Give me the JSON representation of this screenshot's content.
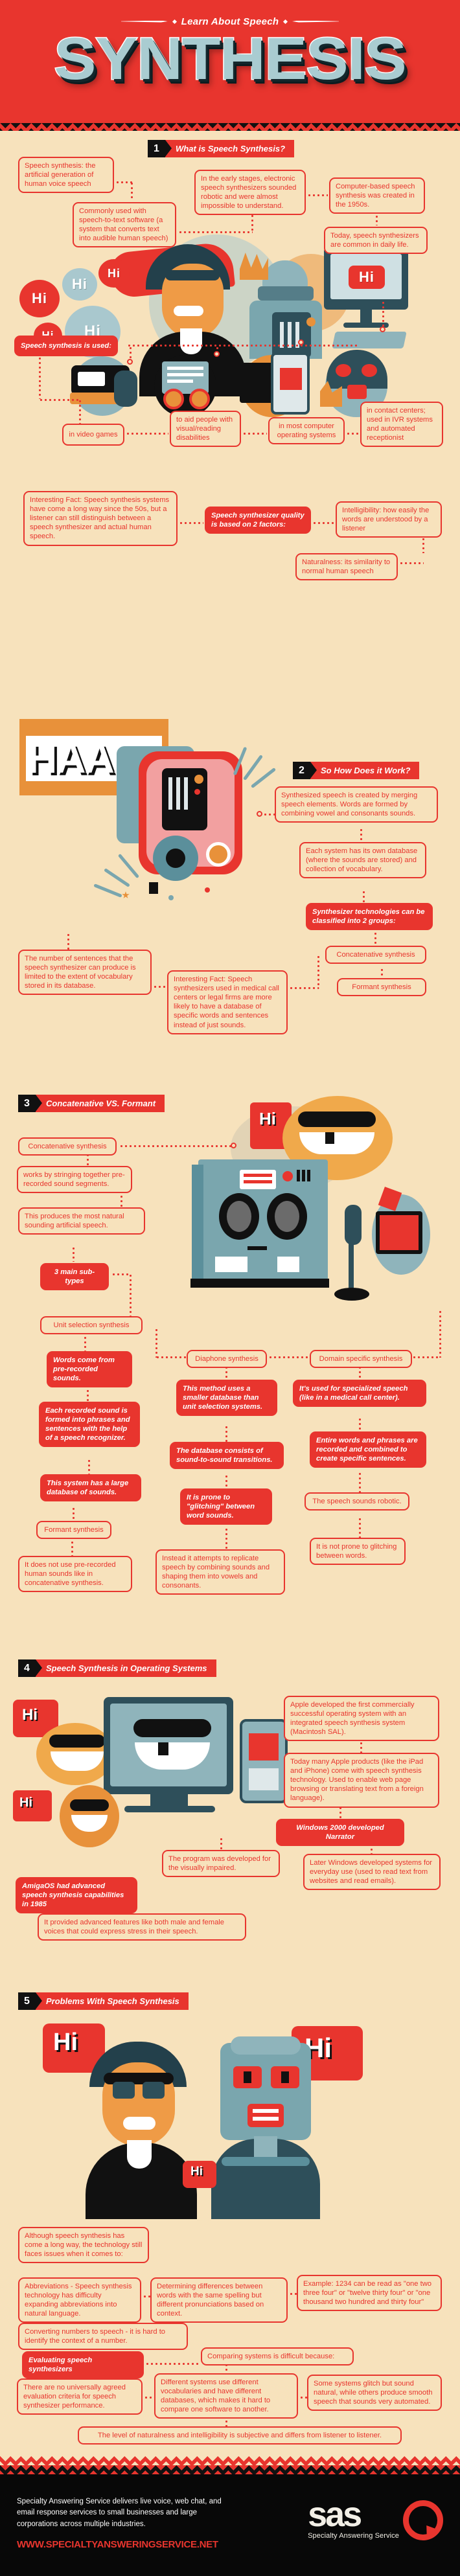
{
  "header": {
    "kicker": "Learn About Speech",
    "title": "SYNTHESIS"
  },
  "sections": [
    {
      "number": "1",
      "title": "What is Speech Synthesis?",
      "boxes": [
        {
          "id": "s1b1",
          "text": "Speech synthesis: the artificial generation of human voice speech",
          "style": "outline"
        },
        {
          "id": "s1b2",
          "text": "In the early stages, electronic speech synthesizers sounded robotic and were almost impossible to understand.",
          "style": "outline"
        },
        {
          "id": "s1b3",
          "text": "Computer-based speech synthesis was created in the 1950s.",
          "style": "outline"
        },
        {
          "id": "s1b4",
          "text": "Commonly used with speech-to-text software (a system that converts text into audible human speech)",
          "style": "outline"
        },
        {
          "id": "s1b5",
          "text": "Today, speech synthesizers are common in daily life.",
          "style": "outline"
        },
        {
          "id": "s1b6",
          "text": "Speech synthesis is used:",
          "style": "solid"
        },
        {
          "id": "s1b7",
          "text": "in video games",
          "style": "outline"
        },
        {
          "id": "s1b8",
          "text": "to aid people with visual/reading disabilities",
          "style": "outline"
        },
        {
          "id": "s1b9",
          "text": "in most computer operating systems",
          "style": "outline"
        },
        {
          "id": "s1b10",
          "text": "in contact centers; used in IVR systems and automated receptionist",
          "style": "outline"
        },
        {
          "id": "s1b11",
          "text": "Interesting Fact: Speech synthesis systems have come a long way since the 50s, but a listener can still distinguish between a speech synthesizer and actual human speech.",
          "style": "outline"
        },
        {
          "id": "s1b12",
          "text": "Speech synthesizer quality is based on 2 factors:",
          "style": "solid"
        },
        {
          "id": "s1b13",
          "text": "Intelligibility: how easily the words are understood by a listener",
          "style": "outline"
        },
        {
          "id": "s1b14",
          "text": "Naturalness: its similarity to normal human speech",
          "style": "outline"
        }
      ]
    },
    {
      "number": "2",
      "title": "So How Does it Work?",
      "boxes": [
        {
          "id": "s2b1",
          "text": "Synthesized speech is created by merging speech elements. Words are formed by combining vowel and consonants sounds.",
          "style": "outline"
        },
        {
          "id": "s2b2",
          "text": "Each system has its own database (where the sounds are stored) and collection of vocabulary.",
          "style": "outline"
        },
        {
          "id": "s2b3",
          "text": "Synthesizer technologies can be classified into 2 groups:",
          "style": "solid"
        },
        {
          "id": "s2b4",
          "text": "Concatenative synthesis",
          "style": "outline"
        },
        {
          "id": "s2b5",
          "text": "Formant synthesis",
          "style": "outline"
        },
        {
          "id": "s2b6",
          "text": "The number of sentences that the speech synthesizer can produce is limited to the extent of vocabulary stored in its database.",
          "style": "outline"
        },
        {
          "id": "s2b7",
          "text": "Interesting Fact: Speech synthesizers used in medical call centers or legal firms are more likely to have a database of specific words and sentences instead of just sounds.",
          "style": "outline"
        }
      ],
      "art_label": "HAAA"
    },
    {
      "number": "3",
      "title": "Concatenative VS. Formant",
      "boxes": [
        {
          "id": "s3b1",
          "text": "Concatenative synthesis",
          "style": "outline"
        },
        {
          "id": "s3b2",
          "text": "works by stringing together pre-recorded sound segments.",
          "style": "outline"
        },
        {
          "id": "s3b3",
          "text": "This produces the most natural sounding artificial speech.",
          "style": "outline"
        },
        {
          "id": "s3b4",
          "text": "3 main sub-types",
          "style": "solid"
        },
        {
          "id": "s3b5",
          "text": "Unit selection synthesis",
          "style": "outline"
        },
        {
          "id": "s3b6",
          "text": "Words come from pre-recorded sounds.",
          "style": "solid"
        },
        {
          "id": "s3b7",
          "text": "Each recorded sound is formed into phrases and sentences with the help of a speech recognizer.",
          "style": "solid"
        },
        {
          "id": "s3b8",
          "text": "This system has a large database of sounds.",
          "style": "solid"
        },
        {
          "id": "s3b9",
          "text": "Formant synthesis",
          "style": "outline"
        },
        {
          "id": "s3b10",
          "text": "It does not use pre-recorded human sounds like in concatenative synthesis.",
          "style": "outline"
        },
        {
          "id": "s3b11",
          "text": "Diaphone synthesis",
          "style": "outline"
        },
        {
          "id": "s3b12",
          "text": "This method uses a smaller database than unit selection systems.",
          "style": "solid"
        },
        {
          "id": "s3b13",
          "text": "The database consists of sound-to-sound transitions.",
          "style": "solid"
        },
        {
          "id": "s3b14",
          "text": "It is prone to \"glitching\" between word sounds.",
          "style": "solid"
        },
        {
          "id": "s3b15",
          "text": "Instead it attempts to replicate speech by combining sounds and shaping them into vowels and consonants.",
          "style": "outline"
        },
        {
          "id": "s3b16",
          "text": "Domain specific synthesis",
          "style": "outline"
        },
        {
          "id": "s3b17",
          "text": "It's used for specialized speech (like in a medical call center).",
          "style": "solid"
        },
        {
          "id": "s3b18",
          "text": "Entire words and phrases are recorded and combined to create specific sentences.",
          "style": "solid"
        },
        {
          "id": "s3b19",
          "text": "The speech sounds robotic.",
          "style": "outline"
        },
        {
          "id": "s3b20",
          "text": "It is not prone to glitching between words.",
          "style": "outline"
        }
      ]
    },
    {
      "number": "4",
      "title": "Speech Synthesis in Operating Systems",
      "boxes": [
        {
          "id": "s4b1",
          "text": "Apple developed the first commercially successful operating system with an integrated speech synthesis system (Macintosh SAL).",
          "style": "outline"
        },
        {
          "id": "s4b2",
          "text": "Today many Apple products (like the iPad and iPhone) come with speech synthesis  technology. Used to enable web page browsing or translating text from a foreign language).",
          "style": "outline"
        },
        {
          "id": "s4b3",
          "text": "Windows 2000 developed Narrator",
          "style": "solid"
        },
        {
          "id": "s4b4",
          "text": "The program was developed for the visually impaired.",
          "style": "outline"
        },
        {
          "id": "s4b5",
          "text": "Later Windows developed systems for everyday use (used to read text from websites and read emails).",
          "style": "outline"
        },
        {
          "id": "s4b6",
          "text": "AmigaOS had advanced speech synthesis capabilities in 1985",
          "style": "solid"
        },
        {
          "id": "s4b7",
          "text": "It provided advanced features like both male and female voices that could express stress in their speech.",
          "style": "outline"
        }
      ]
    },
    {
      "number": "5",
      "title": "Problems With Speech Synthesis",
      "boxes": [
        {
          "id": "s5b1",
          "text": "Although speech synthesis has come a long way, the technology still faces issues when it comes to:",
          "style": "outline"
        },
        {
          "id": "s5b2",
          "text": "Abbreviations - Speech synthesis technology has difficulty expanding abbreviations into natural language.",
          "style": "outline"
        },
        {
          "id": "s5b3",
          "text": "Determining differences between words with the same spelling but different pronunciations based on context.",
          "style": "outline"
        },
        {
          "id": "s5b4",
          "text": "Example: 1234 can be read as \"one two three four\" or \"twelve thirty four\" or \"one thousand two hundred and thirty four\"",
          "style": "outline"
        },
        {
          "id": "s5b5",
          "text": "Converting numbers to speech - it is hard to identify the context of a number.",
          "style": "outline"
        },
        {
          "id": "s5b6",
          "text": "Evaluating speech synthesizers",
          "style": "solid"
        },
        {
          "id": "s5b7",
          "text": "Comparing systems is difficult because:",
          "style": "outline"
        },
        {
          "id": "s5b8",
          "text": "There are no universally agreed evaluation criteria for speech synthesizer performance.",
          "style": "outline"
        },
        {
          "id": "s5b9",
          "text": "Different systems use different vocabularies and have different databases, which makes it hard to compare one software to another.",
          "style": "outline"
        },
        {
          "id": "s5b10",
          "text": "Some systems glitch but sound natural, while others produce smooth speech that sounds very automated.",
          "style": "outline"
        },
        {
          "id": "s5b11",
          "text": "The level of naturalness and intelligibility is subjective and differs from listener to listener.",
          "style": "outline"
        }
      ]
    }
  ],
  "speech_bubbles": {
    "hi": "Hi"
  },
  "footer": {
    "text": "Specialty Answering Service delivers live voice, web chat, and email response services to small businesses and large corporations across multiple industries.",
    "url": "WWW.SPECIALTYANSWERINGSERVICE.NET",
    "logo_word": "sas",
    "logo_sub": "Specialty Answering Service"
  },
  "colors": {
    "red": "#e8352e",
    "cream": "#f7e2bc",
    "black": "#111111",
    "teal": "#6f9ea8",
    "orange": "#e8913a",
    "darkteal": "#2e4f5a"
  }
}
